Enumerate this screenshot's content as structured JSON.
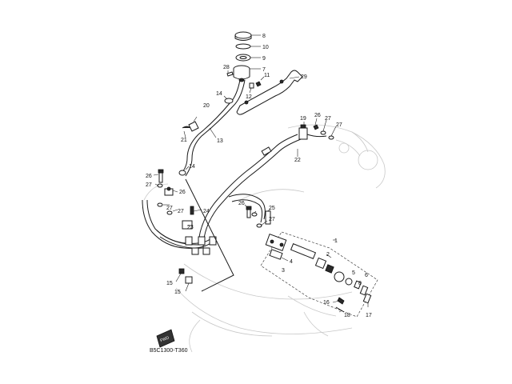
{
  "diagram": {
    "code": "B5C1300-T360",
    "badge_text": "FWD",
    "callouts": {
      "c1": "1",
      "c2": "2",
      "c3": "3",
      "c4": "4",
      "c5": "5",
      "c6": "6",
      "c7": "7",
      "c8": "8",
      "c8b": "8",
      "c9": "9",
      "c10": "10",
      "c11": "11",
      "c12": "12",
      "c13": "13",
      "c14a": "14",
      "c14b": "14",
      "c15a": "15",
      "c15b": "15",
      "c16": "16",
      "c17": "17",
      "c18": "18",
      "c19": "19",
      "c20": "20",
      "c21": "21",
      "c22": "22",
      "c23": "23",
      "c24": "24",
      "c25": "25",
      "c26a": "26",
      "c26b": "26",
      "c26c": "26",
      "c26d": "26",
      "c27a": "27",
      "c27b": "27",
      "c27c": "27",
      "c27d": "27",
      "c27e": "27",
      "c27f": "27",
      "c28": "28",
      "c29": "29"
    }
  }
}
